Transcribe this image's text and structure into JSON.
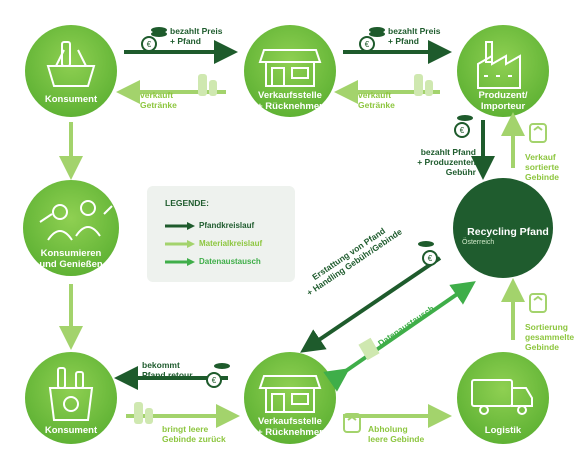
{
  "nodes": {
    "konsument_top": "Konsument",
    "verkaufsstelle_top": "Verkaufsstelle\n+ Rücknehmer",
    "produzent": "Produzent/\nImporteur",
    "konsumieren": "Konsumieren\nund Genießen",
    "recycling_pfand_title": "Recycling Pfand",
    "recycling_pfand_sub": "Österreich",
    "konsument_bottom": "Konsument",
    "verkaufsstelle_bottom": "Verkaufsstelle\n+ Rücknehmer",
    "logistik": "Logistik"
  },
  "labels": {
    "bezahlt_preis_pfand_1": "bezahlt Preis\n+ Pfand",
    "bezahlt_preis_pfand_2": "bezahlt Preis\n+ Pfand",
    "verkauft_getraenke_1": "verkauft\nGetränke",
    "verkauft_getraenke_2": "verkauft\nGetränke",
    "bezahlt_pfand_gebuehr": "bezahlt Pfand\n+ Produzenten\nGebühr",
    "verkauf_sortierte": "Verkauf\nsortierte\nGebinde",
    "sortierung": "Sortierung\ngesammelte\nGebinde",
    "erstattung": "Erstattung von Pfand\n+ Handling Gebühr/Gebinde",
    "datenaustausch_diag": "Datenaustausch",
    "bekommt_pfand": "bekommt\nPfand retour",
    "bringt_leere": "bringt leere\nGebinde zurück",
    "abholung": "Abholung\nleere Gebinde"
  },
  "legend": {
    "title": "LEGENDE:",
    "items": [
      "Pfandkreislauf",
      "Materialkreislauf",
      "Datenaustausch"
    ]
  },
  "colors": {
    "dark_green": "#1f5c2e",
    "pfand_arrow": "#1e5b2c",
    "material_arrow": "#a3d36c",
    "data_arrow": "#3fae49",
    "node_green": "#7cc242",
    "recycling_node": "#1f5c2e"
  }
}
